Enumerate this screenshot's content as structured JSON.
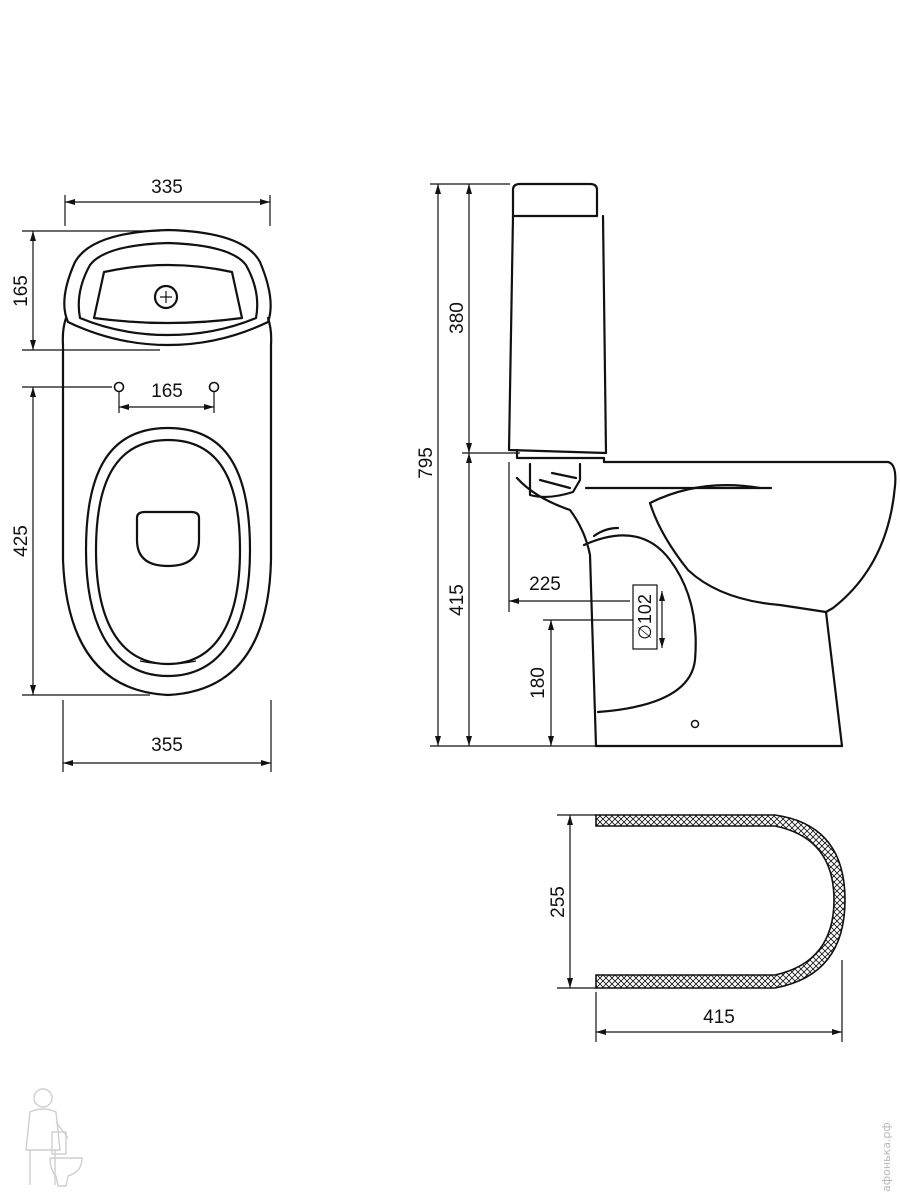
{
  "top_view": {
    "width_top": "335",
    "tank_depth": "165",
    "hole_spacing": "165",
    "bowl_length": "425",
    "width_bottom": "355"
  },
  "side_view": {
    "total_height": "795",
    "tank_height": "380",
    "bowl_height": "415",
    "outlet_offset": "225",
    "outlet_diameter": "∅102",
    "outlet_height": "180"
  },
  "footprint_view": {
    "depth": "255",
    "length": "415"
  },
  "watermark": "афонька.рф"
}
